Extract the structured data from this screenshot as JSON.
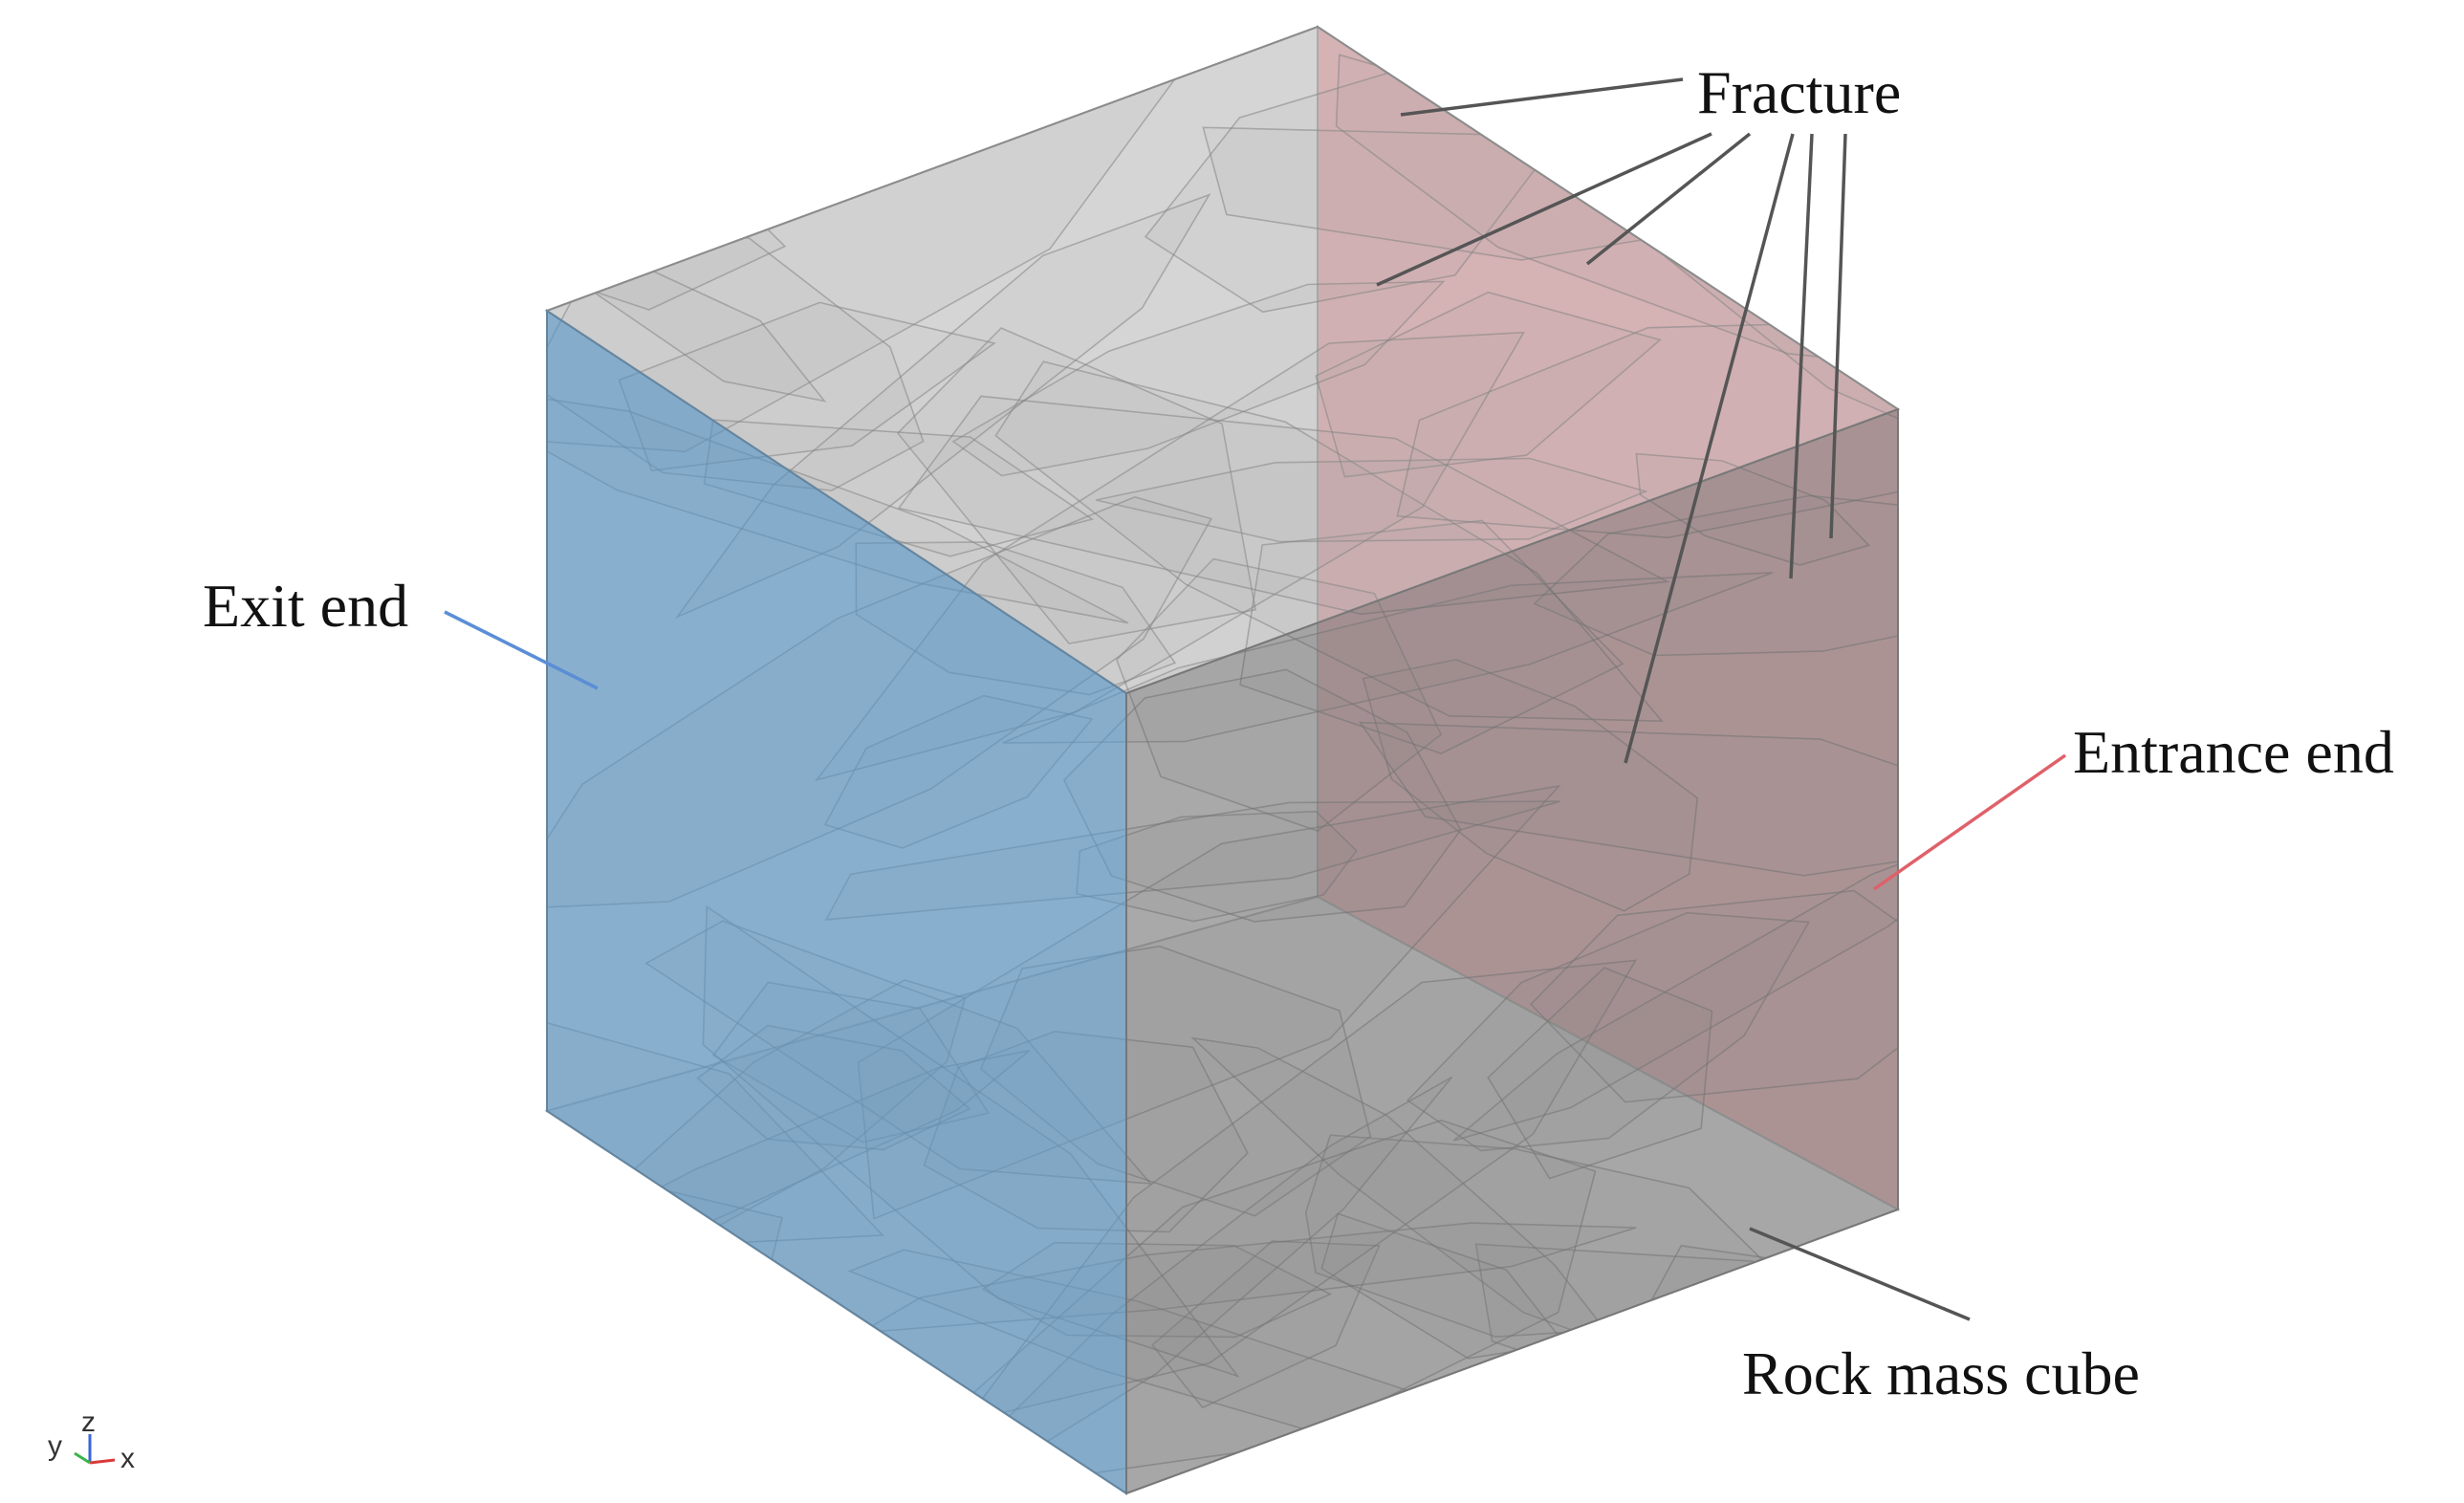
{
  "labels": {
    "fracture": "Fracture",
    "exit_end": "Exit end",
    "entrance_end": "Entrance end",
    "rock_mass_cube": "Rock mass cube"
  },
  "axes": {
    "y": "y",
    "z": "z",
    "x": "x"
  },
  "colors": {
    "exit_face": "#7fb2d8",
    "entrance_face": "#e59aa0",
    "cube_gray": "#9a9a9a",
    "leader_exit": "#5b8ed6",
    "leader_entrance": "#e0606a",
    "leader_default": "#555555"
  }
}
